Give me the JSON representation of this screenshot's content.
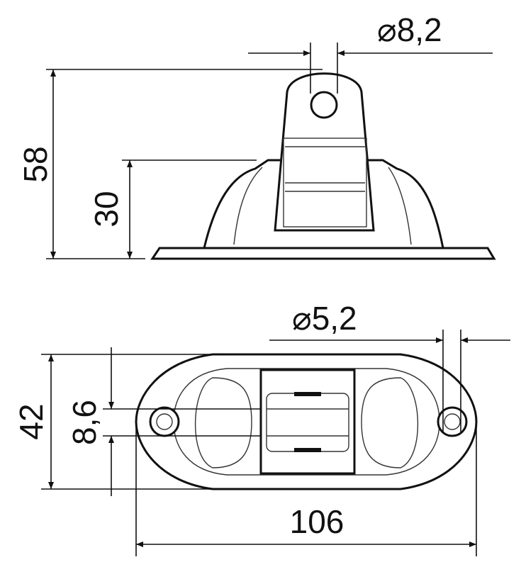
{
  "dimensions": {
    "side_view": {
      "hole_diameter": "⌀8,2",
      "total_height": "58",
      "body_height": "30"
    },
    "top_view": {
      "hole_diameter": "⌀5,2",
      "width": "42",
      "slot_width": "8,6",
      "length": "106"
    }
  },
  "colors": {
    "line": "#111111",
    "background": "#ffffff"
  }
}
